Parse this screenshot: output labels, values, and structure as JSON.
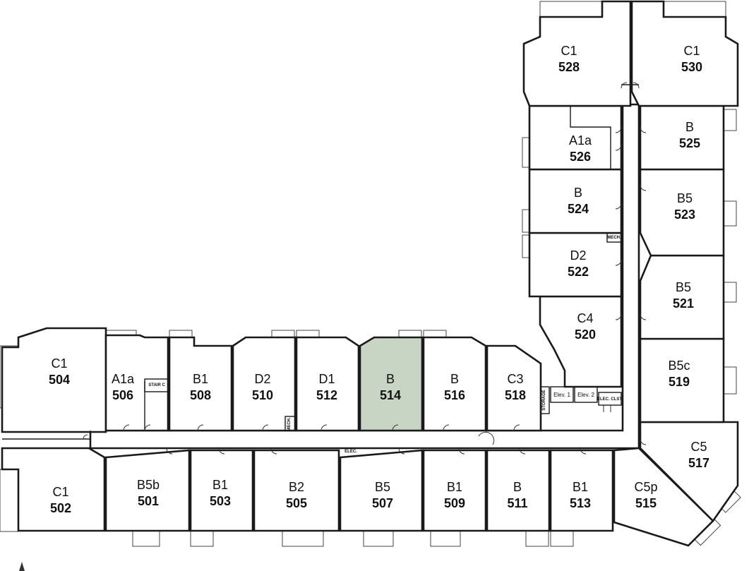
{
  "highlight_color": "#c8d5c4",
  "units": [
    {
      "id": "504",
      "type": "C1",
      "number": "504",
      "highlighted": false
    },
    {
      "id": "506",
      "type": "A1a",
      "number": "506",
      "highlighted": false
    },
    {
      "id": "508",
      "type": "B1",
      "number": "508",
      "highlighted": false
    },
    {
      "id": "510",
      "type": "D2",
      "number": "510",
      "highlighted": false
    },
    {
      "id": "512",
      "type": "D1",
      "number": "512",
      "highlighted": false
    },
    {
      "id": "514",
      "type": "B",
      "number": "514",
      "highlighted": true
    },
    {
      "id": "516",
      "type": "B",
      "number": "516",
      "highlighted": false
    },
    {
      "id": "518",
      "type": "C3",
      "number": "518",
      "highlighted": false
    },
    {
      "id": "502",
      "type": "C1",
      "number": "502",
      "highlighted": false
    },
    {
      "id": "501",
      "type": "B5b",
      "number": "501",
      "highlighted": false
    },
    {
      "id": "503",
      "type": "B1",
      "number": "503",
      "highlighted": false
    },
    {
      "id": "505",
      "type": "B2",
      "number": "505",
      "highlighted": false
    },
    {
      "id": "507",
      "type": "B5",
      "number": "507",
      "highlighted": false
    },
    {
      "id": "509",
      "type": "B1",
      "number": "509",
      "highlighted": false
    },
    {
      "id": "511",
      "type": "B",
      "number": "511",
      "highlighted": false
    },
    {
      "id": "513",
      "type": "B1",
      "number": "513",
      "highlighted": false
    },
    {
      "id": "515",
      "type": "C5p",
      "number": "515",
      "highlighted": false
    },
    {
      "id": "517",
      "type": "C5",
      "number": "517",
      "highlighted": false
    },
    {
      "id": "519",
      "type": "B5c",
      "number": "519",
      "highlighted": false
    },
    {
      "id": "521",
      "type": "B5",
      "number": "521",
      "highlighted": false
    },
    {
      "id": "523",
      "type": "B5",
      "number": "523",
      "highlighted": false
    },
    {
      "id": "525",
      "type": "B",
      "number": "525",
      "highlighted": false
    },
    {
      "id": "520",
      "type": "C4",
      "number": "520",
      "highlighted": false
    },
    {
      "id": "522",
      "type": "D2",
      "number": "522",
      "highlighted": false
    },
    {
      "id": "524",
      "type": "B",
      "number": "524",
      "highlighted": false
    },
    {
      "id": "526",
      "type": "A1a",
      "number": "526",
      "highlighted": false
    },
    {
      "id": "528",
      "type": "C1",
      "number": "528",
      "highlighted": false
    },
    {
      "id": "530",
      "type": "C1",
      "number": "530",
      "highlighted": false
    }
  ],
  "service_labels": {
    "stair_c": "STAIR C",
    "mech_1": "MECH.",
    "mech_2": "MECH.",
    "elec": "ELEC.",
    "storage": "STORAGE",
    "elev_1": "Elev. 1",
    "elev_2": "Elev. 2",
    "elec_clst": "ELEC. CLST."
  }
}
